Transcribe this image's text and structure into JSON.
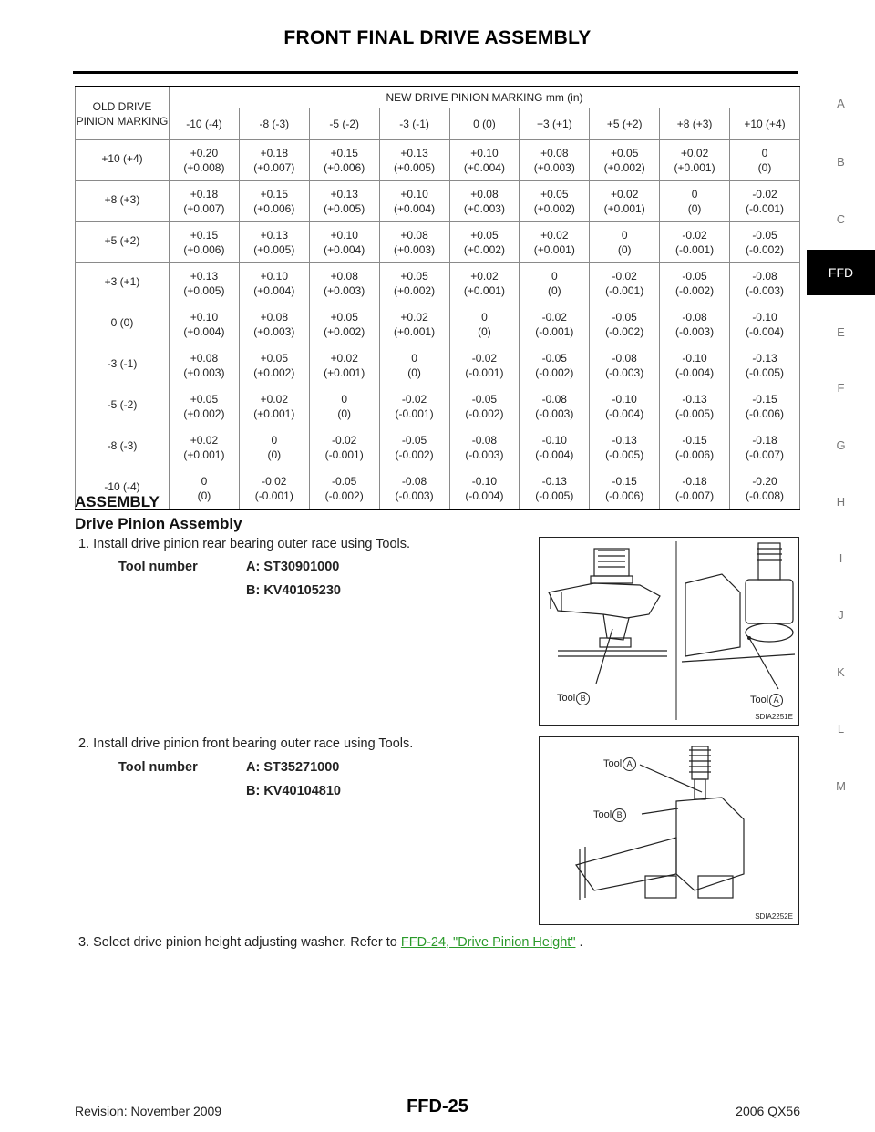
{
  "page": {
    "title": "FRONT FINAL DRIVE ASSEMBLY",
    "page_number": "FFD-25",
    "revision": "Revision: November 2009",
    "model": "2006 QX56"
  },
  "side_tabs": [
    "A",
    "B",
    "C",
    "FFD",
    "E",
    "F",
    "G",
    "H",
    "I",
    "J",
    "K",
    "L",
    "M"
  ],
  "table": {
    "corner_header": "OLD DRIVE PINION MARKING",
    "group_header": "NEW DRIVE PINION MARKING mm (in)",
    "columns": [
      "-10 (-4)",
      "-8 (-3)",
      "-5 (-2)",
      "-3 (-1)",
      "0 (0)",
      "+3 (+1)",
      "+5 (+2)",
      "+8 (+3)",
      "+10 (+4)"
    ],
    "rows": [
      {
        "label": "+10 (+4)",
        "cells": [
          [
            "+0.20",
            "(+0.008)"
          ],
          [
            "+0.18",
            "(+0.007)"
          ],
          [
            "+0.15",
            "(+0.006)"
          ],
          [
            "+0.13",
            "(+0.005)"
          ],
          [
            "+0.10",
            "(+0.004)"
          ],
          [
            "+0.08",
            "(+0.003)"
          ],
          [
            "+0.05",
            "(+0.002)"
          ],
          [
            "+0.02",
            "(+0.001)"
          ],
          [
            "0",
            "(0)"
          ]
        ]
      },
      {
        "label": "+8 (+3)",
        "cells": [
          [
            "+0.18",
            "(+0.007)"
          ],
          [
            "+0.15",
            "(+0.006)"
          ],
          [
            "+0.13",
            "(+0.005)"
          ],
          [
            "+0.10",
            "(+0.004)"
          ],
          [
            "+0.08",
            "(+0.003)"
          ],
          [
            "+0.05",
            "(+0.002)"
          ],
          [
            "+0.02",
            "(+0.001)"
          ],
          [
            "0",
            "(0)"
          ],
          [
            "-0.02",
            "(-0.001)"
          ]
        ]
      },
      {
        "label": "+5 (+2)",
        "cells": [
          [
            "+0.15",
            "(+0.006)"
          ],
          [
            "+0.13",
            "(+0.005)"
          ],
          [
            "+0.10",
            "(+0.004)"
          ],
          [
            "+0.08",
            "(+0.003)"
          ],
          [
            "+0.05",
            "(+0.002)"
          ],
          [
            "+0.02",
            "(+0.001)"
          ],
          [
            "0",
            "(0)"
          ],
          [
            "-0.02",
            "(-0.001)"
          ],
          [
            "-0.05",
            "(-0.002)"
          ]
        ]
      },
      {
        "label": "+3 (+1)",
        "cells": [
          [
            "+0.13",
            "(+0.005)"
          ],
          [
            "+0.10",
            "(+0.004)"
          ],
          [
            "+0.08",
            "(+0.003)"
          ],
          [
            "+0.05",
            "(+0.002)"
          ],
          [
            "+0.02",
            "(+0.001)"
          ],
          [
            "0",
            "(0)"
          ],
          [
            "-0.02",
            "(-0.001)"
          ],
          [
            "-0.05",
            "(-0.002)"
          ],
          [
            "-0.08",
            "(-0.003)"
          ]
        ]
      },
      {
        "label": "0 (0)",
        "cells": [
          [
            "+0.10",
            "(+0.004)"
          ],
          [
            "+0.08",
            "(+0.003)"
          ],
          [
            "+0.05",
            "(+0.002)"
          ],
          [
            "+0.02",
            "(+0.001)"
          ],
          [
            "0",
            "(0)"
          ],
          [
            "-0.02",
            "(-0.001)"
          ],
          [
            "-0.05",
            "(-0.002)"
          ],
          [
            "-0.08",
            "(-0.003)"
          ],
          [
            "-0.10",
            "(-0.004)"
          ]
        ]
      },
      {
        "label": "-3 (-1)",
        "cells": [
          [
            "+0.08",
            "(+0.003)"
          ],
          [
            "+0.05",
            "(+0.002)"
          ],
          [
            "+0.02",
            "(+0.001)"
          ],
          [
            "0",
            "(0)"
          ],
          [
            "-0.02",
            "(-0.001)"
          ],
          [
            "-0.05",
            "(-0.002)"
          ],
          [
            "-0.08",
            "(-0.003)"
          ],
          [
            "-0.10",
            "(-0.004)"
          ],
          [
            "-0.13",
            "(-0.005)"
          ]
        ]
      },
      {
        "label": "-5 (-2)",
        "cells": [
          [
            "+0.05",
            "(+0.002)"
          ],
          [
            "+0.02",
            "(+0.001)"
          ],
          [
            "0",
            "(0)"
          ],
          [
            "-0.02",
            "(-0.001)"
          ],
          [
            "-0.05",
            "(-0.002)"
          ],
          [
            "-0.08",
            "(-0.003)"
          ],
          [
            "-0.10",
            "(-0.004)"
          ],
          [
            "-0.13",
            "(-0.005)"
          ],
          [
            "-0.15",
            "(-0.006)"
          ]
        ]
      },
      {
        "label": "-8 (-3)",
        "cells": [
          [
            "+0.02",
            "(+0.001)"
          ],
          [
            "0",
            "(0)"
          ],
          [
            "-0.02",
            "(-0.001)"
          ],
          [
            "-0.05",
            "(-0.002)"
          ],
          [
            "-0.08",
            "(-0.003)"
          ],
          [
            "-0.10",
            "(-0.004)"
          ],
          [
            "-0.13",
            "(-0.005)"
          ],
          [
            "-0.15",
            "(-0.006)"
          ],
          [
            "-0.18",
            "(-0.007)"
          ]
        ]
      },
      {
        "label": "-10 (-4)",
        "cells": [
          [
            "0",
            "(0)"
          ],
          [
            "-0.02",
            "(-0.001)"
          ],
          [
            "-0.05",
            "(-0.002)"
          ],
          [
            "-0.08",
            "(-0.003)"
          ],
          [
            "-0.10",
            "(-0.004)"
          ],
          [
            "-0.13",
            "(-0.005)"
          ],
          [
            "-0.15",
            "(-0.006)"
          ],
          [
            "-0.18",
            "(-0.007)"
          ],
          [
            "-0.20",
            "(-0.008)"
          ]
        ]
      }
    ]
  },
  "section": {
    "heading": "ASSEMBLY",
    "subheading": "Drive Pinion Assembly"
  },
  "steps": [
    {
      "text": "1.   Install drive pinion rear bearing outer race using Tools.",
      "tool_label": "Tool number",
      "tool_a": "A: ST30901000",
      "tool_b": "B: KV40105230",
      "figure_code": "SDIA2251E",
      "fig_tool_b": "Tool",
      "fig_tool_a": "Tool"
    },
    {
      "text": "2.   Install drive pinion front bearing outer race using Tools.",
      "tool_label": "Tool number",
      "tool_a": "A: ST35271000",
      "tool_b": "B: KV40104810",
      "figure_code": "SDIA2252E",
      "fig_tool_a": "Tool",
      "fig_tool_b": "Tool"
    },
    {
      "text_before": "3.   Select drive pinion height adjusting washer. Refer to ",
      "link": "FFD-24, \"Drive Pinion Height\"",
      "text_after": " ."
    }
  ],
  "circle_letters": {
    "a": "A",
    "b": "B"
  }
}
